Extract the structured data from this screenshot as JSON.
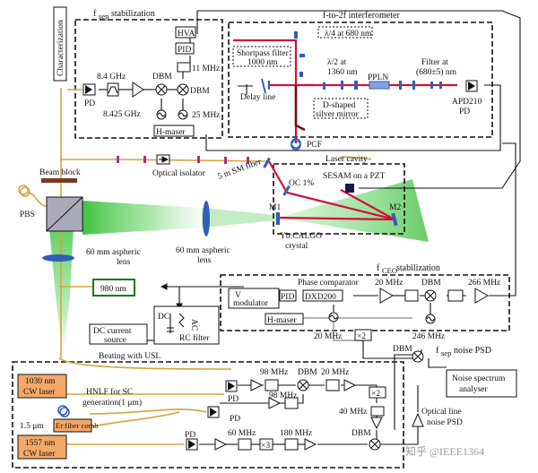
{
  "labels": {
    "characterization": "Characterization",
    "fsep_title": "f",
    "fsep_sub": "sep",
    "fsep_stab": " stabilization",
    "f2f_title": "f-to-2f interferometer",
    "hva": "HVA",
    "pid_top": "PID",
    "pd_left": "PD",
    "ghz84": "8.4 GHz",
    "ghz8425": "8.425 GHz",
    "dbm1": "DBM",
    "dbm2": "DBM",
    "mhz11": "11 MHz",
    "mhz25": "25 MHz",
    "hmaser_top": "H-maser",
    "lambda4": "λ/4 at 680 nm",
    "shortpass": "Shortpass filter",
    "nm1000": "1000 nm",
    "lambda2": "λ/2 at",
    "nm1360": "1360 nm",
    "ppln": "PPLN",
    "filter_at": "Filter at",
    "filter_nm": "(680±5) nm",
    "apd_pd": "APD210",
    "apd_pd2": "PD",
    "delay_line": "Delay line",
    "dshaped1": "D-shaped",
    "dshaped2": "silver mirror",
    "pcf": "PCF",
    "laser_cavity": "Laser cavity",
    "optical_isolator": "Optical isolator",
    "sm_fiber": "5 m SM fiber",
    "sesam": "SESAM on a PZT",
    "oc": "OC 1%",
    "beam_block": "Beam block",
    "pbs": "PBS",
    "m1": "M1",
    "m2": "M2",
    "crystal1": "Yb:CALGO",
    "crystal2": "crystal",
    "asph1": "60 mm aspheric",
    "asph2": "lens",
    "asph3": "60 mm aspheric",
    "asph4": "lens",
    "nm980": "980 nm",
    "fceo_title": "f",
    "fceo_sub": "CEO",
    "fceo_stab": " stabilization",
    "phase_comp": "Phase comparator",
    "mhz20a": "20 MHz",
    "dbm3": "DBM",
    "mhz266": "266 MHz",
    "vmod1": "V",
    "vmod2": "modulator",
    "pid_mid": "PID",
    "dxd": "DXD200",
    "hmaser_mid": "H-maser",
    "mhz20b": "20 MHz",
    "mhz246": "246 MHz",
    "x2a": "×2",
    "dc_label": "DC",
    "ac_label": "AC",
    "dc_source1": "DC current",
    "dc_source2": "source",
    "rc_filter": "RC filter",
    "beating_usl": "Beating with USL",
    "fsep_psd_f": "f",
    "fsep_psd_sub": "sep",
    "fsep_psd": " noise PSD",
    "dbm4": "DBM",
    "nsa1": "Noise spectrum",
    "nsa2": "analyser",
    "laser1030a": "1030 nm",
    "laser1030b": "CW laser",
    "hnlf1": "HNLF for SC",
    "hnlf2": "generation(1 μm)",
    "pd_a": "PD",
    "pd_b": "PD",
    "mhz98a": "98 MHz",
    "mhz98b": "98 MHz",
    "dbm5": "DBM",
    "mhz20c": "20 MHz",
    "x2b": "×2",
    "mhz40": "40 MHz",
    "um15": "1.5 μm",
    "er_comb": "Er:fiber comb",
    "laser1557a": "1557 nm",
    "laser1557b": "CW laser",
    "pd_c": "PD",
    "mhz60": "60 MHz",
    "x3": "×3",
    "mhz180": "180 MHz",
    "dbm6": "DBM",
    "olnpsd1": "Optical line",
    "olnpsd2": "noise PSD",
    "watermark": "知乎 @IEEE1364"
  },
  "colors": {
    "fiber": "#d2a53c",
    "laser_red": "#d0103a",
    "dark_red": "#7a0a12",
    "pump_green": "#4fc84f",
    "blue_optics": "#2f5fb5"
  }
}
